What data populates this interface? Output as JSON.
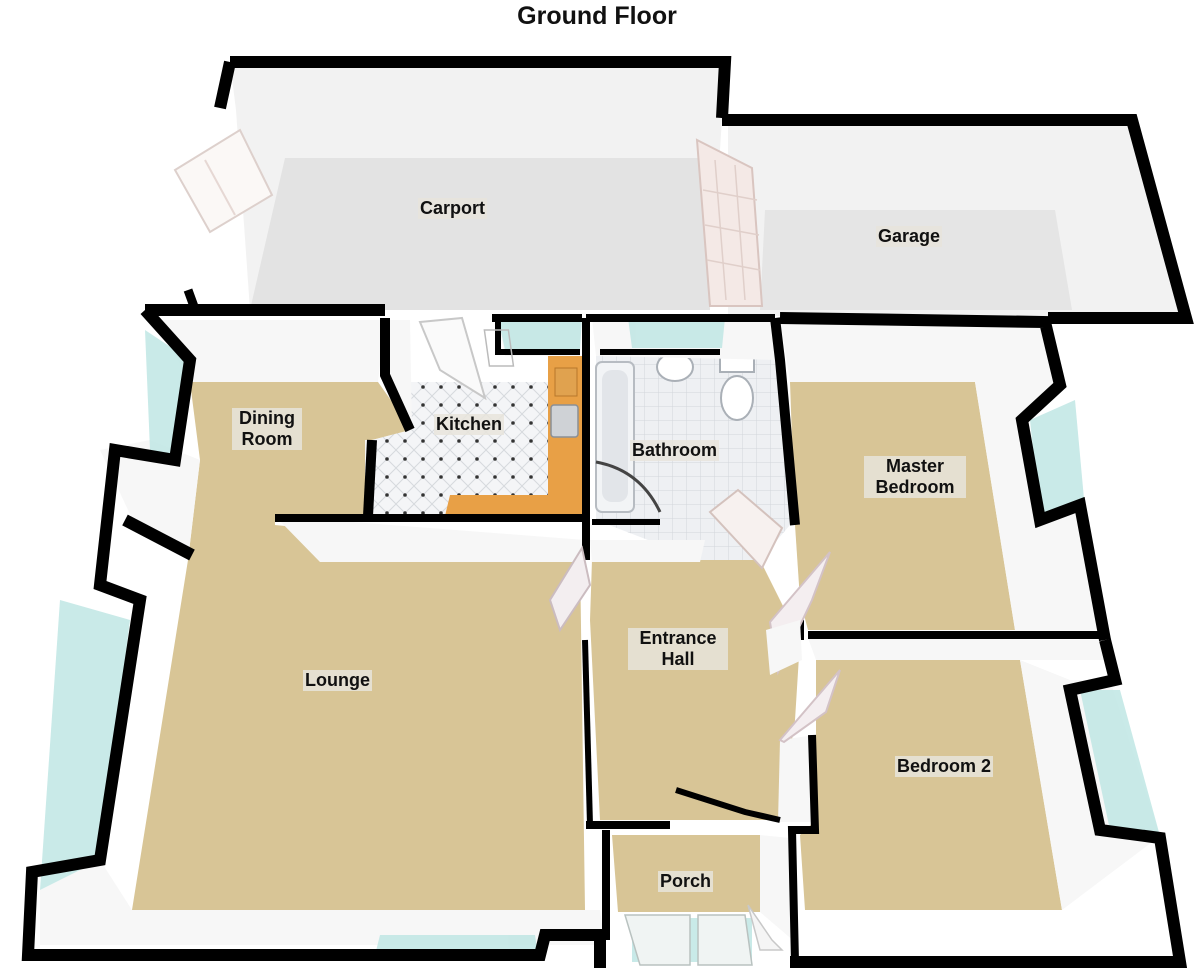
{
  "title": "Ground Floor",
  "rooms": {
    "carport": "Carport",
    "garage": "Garage",
    "dining_room": "Dining Room",
    "kitchen": "Kitchen",
    "bathroom": "Bathroom",
    "master_bedroom": "Master Bedroom",
    "entrance_hall": "Entrance Hall",
    "lounge": "Lounge",
    "bedroom_2": "Bedroom 2",
    "porch": "Porch"
  },
  "colors": {
    "carpet": "#d8c596",
    "concrete": "#e4e4e4",
    "wall_top": "#000000",
    "wall_face": "#f7f7f7",
    "window": "#bfe6e4",
    "worktop": "#e8a046",
    "tile": "#eef0f2"
  }
}
